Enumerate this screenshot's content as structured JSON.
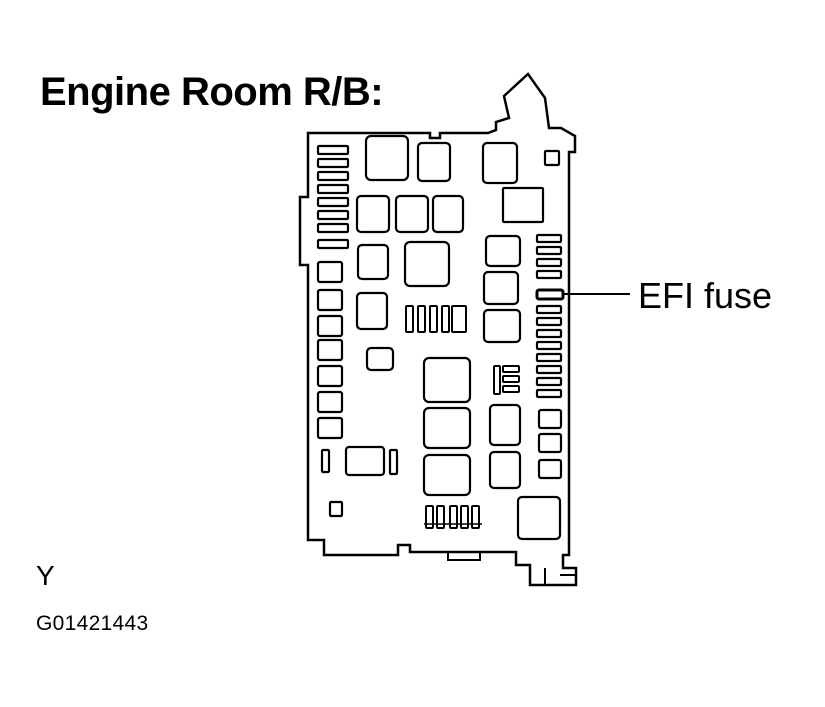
{
  "diagram": {
    "title": "Engine Room R/B:",
    "callout_label": "EFI fuse",
    "axis_letter": "Y",
    "figure_id": "G01421443",
    "colors": {
      "ink": "#000000",
      "paper": "#ffffff"
    },
    "highlighted_component": "EFI fuse"
  }
}
